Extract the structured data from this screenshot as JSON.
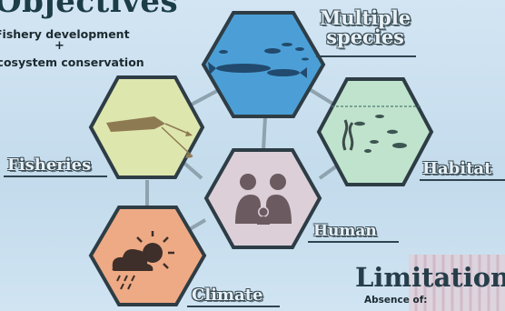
{
  "objectives": {
    "title": "Objectives",
    "line1": "Fishery development",
    "plus": "+",
    "line2": "Ecosystem conservation"
  },
  "nodes": {
    "multiple_species": {
      "line1": "Multiple",
      "line2": "species",
      "color": "#4b9fd6"
    },
    "habitat": {
      "label": "Habitat",
      "color": "#bfe3cc"
    },
    "fisheries": {
      "label": "Fisheries",
      "color": "#dde6ad"
    },
    "human": {
      "label": "Human",
      "color": "#dccfd8"
    },
    "climate": {
      "label": "Climate",
      "color": "#eeaa84"
    }
  },
  "limitation": {
    "title": "Limitation",
    "text": "Absence of:"
  }
}
